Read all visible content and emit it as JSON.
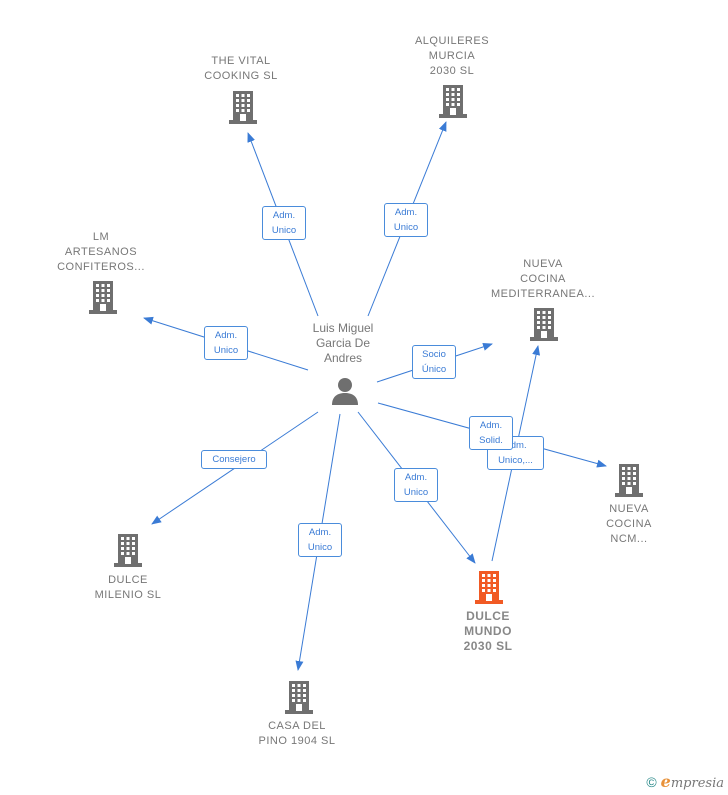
{
  "center": {
    "name_lines": [
      "Luis Miguel",
      "Garcia De",
      "Andres"
    ],
    "icon": "person-icon"
  },
  "nodes": [
    {
      "id": "vital",
      "lines": [
        "THE VITAL",
        "COOKING  SL"
      ],
      "icon": "building-icon",
      "color": "#6f6f6f"
    },
    {
      "id": "alquileres",
      "lines": [
        "ALQUILERES",
        "MURCIA",
        "2030  SL"
      ],
      "icon": "building-icon",
      "color": "#6f6f6f"
    },
    {
      "id": "lm",
      "lines": [
        "LM",
        "ARTESANOS",
        "CONFITEROS..."
      ],
      "icon": "building-icon",
      "color": "#6f6f6f"
    },
    {
      "id": "nueva_med",
      "lines": [
        "NUEVA",
        "COCINA",
        "MEDITERRANEA..."
      ],
      "icon": "building-icon",
      "color": "#6f6f6f"
    },
    {
      "id": "nueva_ncm",
      "lines": [
        "NUEVA",
        "COCINA",
        "NCM..."
      ],
      "icon": "building-icon",
      "color": "#6f6f6f"
    },
    {
      "id": "dulce_mundo",
      "lines": [
        "DULCE",
        "MUNDO",
        "2030  SL"
      ],
      "icon": "building-icon",
      "color": "#f15a24",
      "highlight": true
    },
    {
      "id": "dulce_milenio",
      "lines": [
        "DULCE",
        "MILENIO  SL"
      ],
      "icon": "building-icon",
      "color": "#6f6f6f"
    },
    {
      "id": "casa",
      "lines": [
        "CASA DEL",
        "PINO 1904  SL"
      ],
      "icon": "building-icon",
      "color": "#6f6f6f"
    }
  ],
  "edges": [
    {
      "id": "e_vital",
      "label_lines": [
        "Adm.",
        "Unico"
      ]
    },
    {
      "id": "e_alquileres",
      "label_lines": [
        "Adm.",
        "Unico"
      ]
    },
    {
      "id": "e_lm",
      "label_lines": [
        "Adm.",
        "Unico"
      ]
    },
    {
      "id": "e_nueva_med",
      "label_lines": [
        "Socio",
        "Único"
      ]
    },
    {
      "id": "e_nueva_ncm",
      "label_lines": [
        "Adm.",
        "Solid."
      ]
    },
    {
      "id": "e_dulce_mundo_center",
      "label_lines": [
        "Adm.",
        "Unico"
      ]
    },
    {
      "id": "e_dulce_mundo_med",
      "label_lines": [
        "Adm.",
        "Unico,..."
      ]
    },
    {
      "id": "e_dulce_milenio",
      "label_lines": [
        "Consejero"
      ]
    },
    {
      "id": "e_casa",
      "label_lines": [
        "Adm.",
        "Unico"
      ]
    }
  ],
  "colors": {
    "edge": "#3a7bd5",
    "building": "#6f6f6f",
    "highlight": "#f15a24",
    "person": "#6f6f6f"
  },
  "footer": {
    "copyright": "©",
    "brand_initial": "e",
    "brand_rest": "mpresia"
  }
}
